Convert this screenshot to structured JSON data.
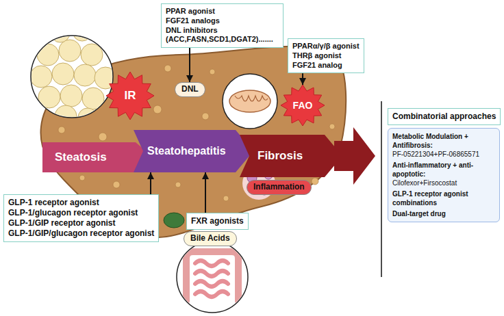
{
  "diagram": {
    "nodes": [
      {
        "text": [
          "IR"
        ]
      },
      {
        "text": [
          "PPAR agonist",
          "FGF21 analogs",
          "DNL inhibitors (ACC,FASN,SCD1,DGAT2)......."
        ]
      },
      {
        "text": [
          "DNL"
        ]
      },
      {
        "text": [
          "PPARα/γ/β agonist",
          "THRβ agonist",
          "FGF21 analog"
        ]
      },
      {
        "text": [
          "FAO"
        ]
      },
      {
        "text": [
          "Steatosis"
        ]
      },
      {
        "text": [
          "Steatohepatitis"
        ]
      },
      {
        "text": [
          "Fibrosis"
        ]
      },
      {
        "text": [
          "Inflammation"
        ]
      },
      {
        "text": [
          "GLP-1 receptor agonist",
          "GLP-1/glucagon receptor agonist",
          "GLP-1/GIP receptor agonist",
          "GLP-1/GIP/glucagon receptor agonist"
        ]
      },
      {
        "text": [
          "FXR agonists"
        ]
      },
      {
        "text": [
          "Bile Acids"
        ]
      },
      {
        "text": [
          "Combinatorial approaches"
        ]
      },
      {
        "text": [
          "Metabolic Modulation + Antifibrosis:",
          "PF-05221304+PF-06865571",
          "Anti-inflammatory + anti-apoptotic:",
          "Cilofexor+Firsocostat",
          "GLP-1 receptor agonist combinations",
          "Dual-target drug"
        ]
      }
    ],
    "edges": [
      {
        "from": 1,
        "to": 2,
        "arrow": "to"
      },
      {
        "from": 3,
        "to": 4,
        "arrow": "to"
      },
      {
        "from": 9,
        "to": 6,
        "arrow": "to"
      },
      {
        "from": 10,
        "to": 6,
        "arrow": "to"
      }
    ]
  }
}
